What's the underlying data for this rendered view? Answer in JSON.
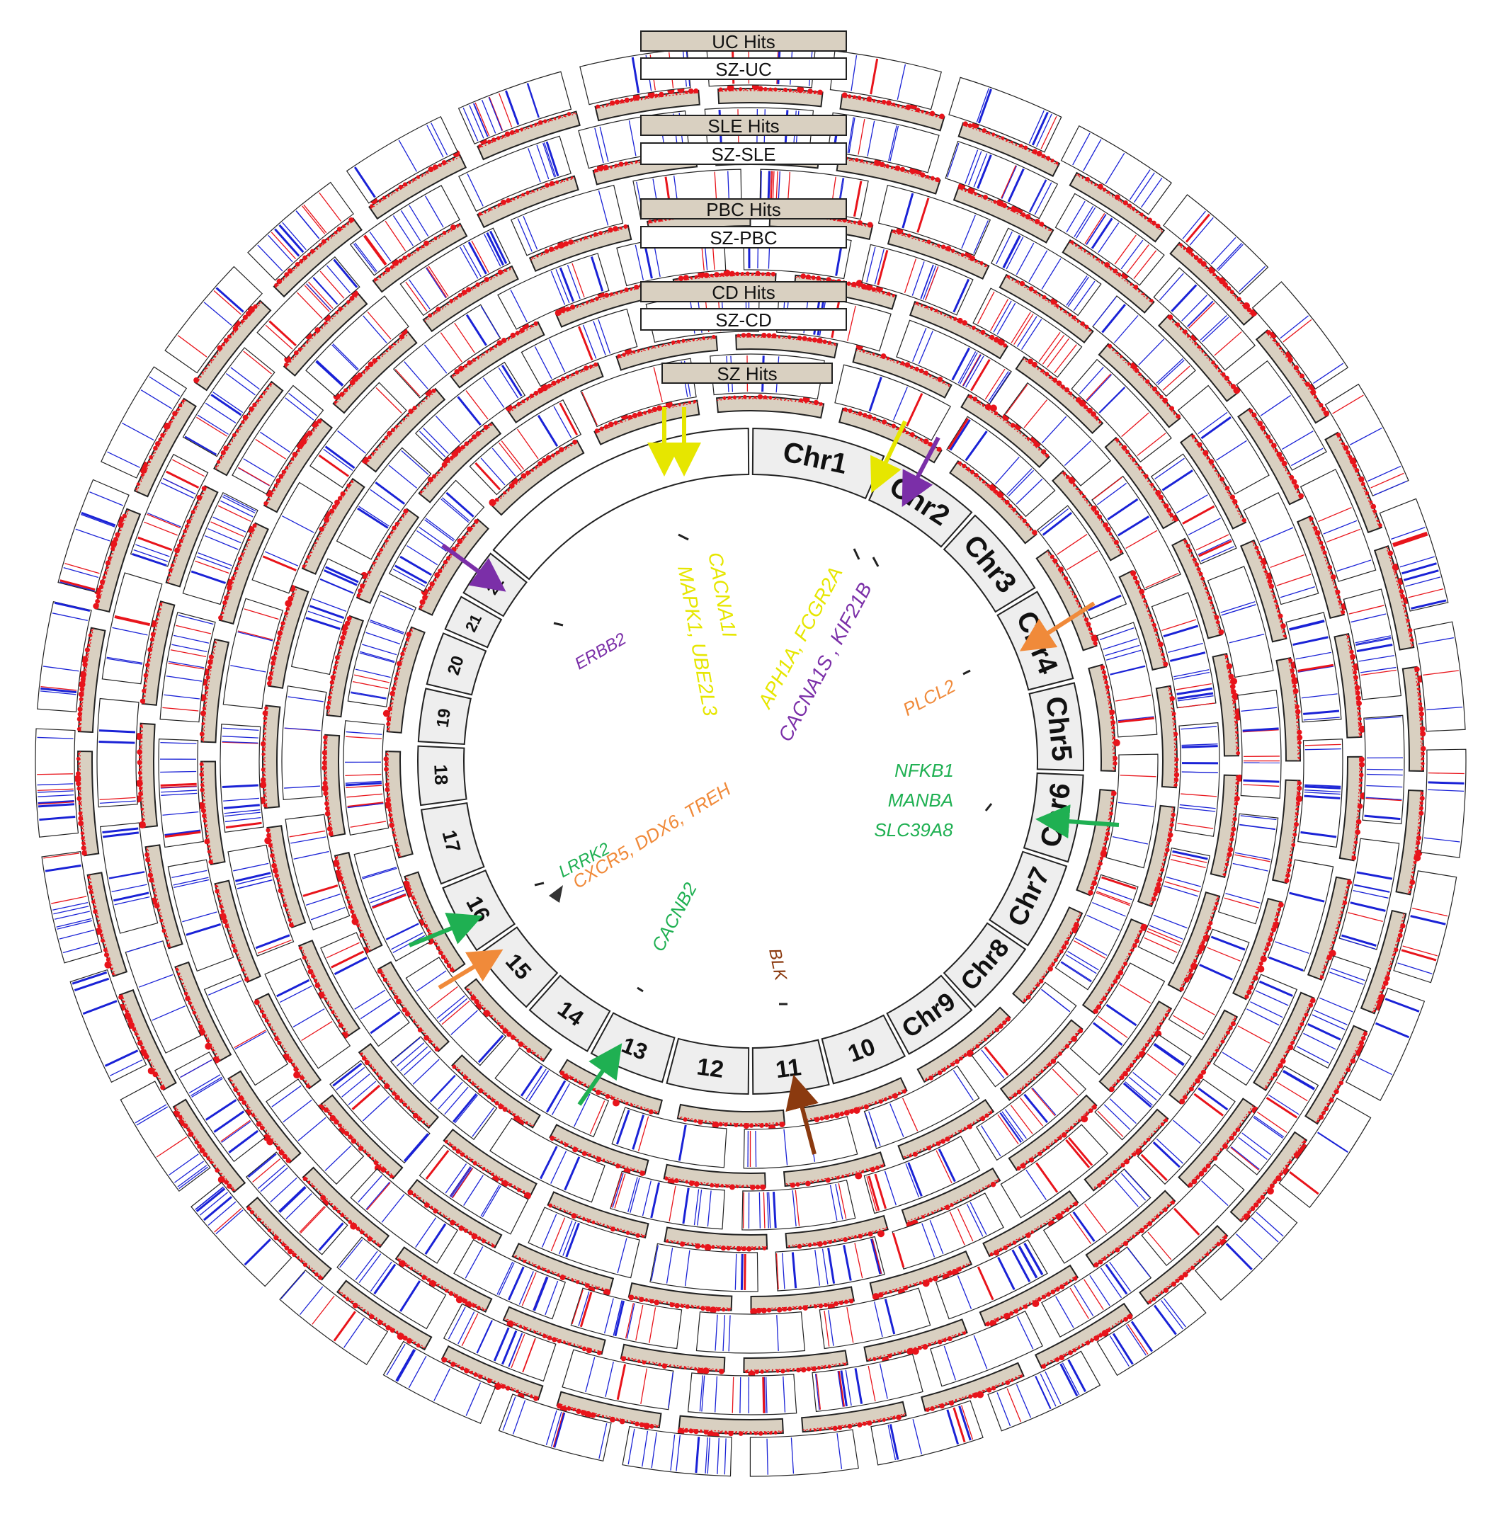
{
  "colors": {
    "background": "#ffffff",
    "hits_track": "#d9d0c1",
    "hits_signal": "#e8141b",
    "sz_track": "#ffffff",
    "sz_blue_line": "#1a22d6",
    "sz_red_line": "#e8141b",
    "ideogram": "#eeeeee",
    "outline": "#222222"
  },
  "ideogram": {
    "segments": [
      {
        "id": "chr1",
        "label": "Chr1"
      },
      {
        "id": "chr2",
        "label": "Chr2"
      },
      {
        "id": "chr3",
        "label": "Chr3"
      },
      {
        "id": "chr4",
        "label": "Chr4"
      },
      {
        "id": "chr5",
        "label": "Chr5"
      },
      {
        "id": "chr6",
        "label": "Chr6"
      },
      {
        "id": "chr7",
        "label": "Chr7"
      },
      {
        "id": "chr8",
        "label": "Chr8"
      },
      {
        "id": "chr9",
        "label": "Chr9"
      },
      {
        "id": "chr10",
        "label": "10"
      },
      {
        "id": "chr11",
        "label": "11"
      },
      {
        "id": "chr12",
        "label": "12"
      },
      {
        "id": "chr13",
        "label": "13"
      },
      {
        "id": "chr14",
        "label": "14"
      },
      {
        "id": "chr15",
        "label": "15"
      },
      {
        "id": "chr16",
        "label": "16"
      },
      {
        "id": "chr17",
        "label": "17"
      },
      {
        "id": "chr18",
        "label": "18"
      },
      {
        "id": "chr19",
        "label": "19"
      },
      {
        "id": "chr20",
        "label": "20"
      },
      {
        "id": "chr21",
        "label": "21"
      },
      {
        "id": "chr22",
        "label": "22"
      }
    ]
  },
  "tracks": [
    {
      "id": "sz-hits",
      "label": "SZ Hits",
      "kind": "hits"
    },
    {
      "id": "sz-cd",
      "label": "SZ-CD",
      "kind": "pair"
    },
    {
      "id": "cd-hits",
      "label": "CD Hits",
      "kind": "hits"
    },
    {
      "id": "sz-pbc",
      "label": "SZ-PBC",
      "kind": "pair"
    },
    {
      "id": "pbc-hits",
      "label": "PBC Hits",
      "kind": "hits"
    },
    {
      "id": "sz-sle",
      "label": "SZ-SLE",
      "kind": "pair"
    },
    {
      "id": "sle-hits",
      "label": "SLE Hits",
      "kind": "hits"
    },
    {
      "id": "sz-uc",
      "label": "SZ-UC",
      "kind": "pair"
    },
    {
      "id": "uc-hits",
      "label": "UC Hits",
      "kind": "hits"
    }
  ],
  "gene_annotations": [
    {
      "id": "cacna1i",
      "text": "CACNA1I",
      "color": "#e6e600"
    },
    {
      "id": "mapk1",
      "text": "MAPK1, UBE2L3",
      "color": "#e6e600"
    },
    {
      "id": "aph1a",
      "text": "APH1A, FCGR2A",
      "color": "#e6e600"
    },
    {
      "id": "cacna1s",
      "text": "CACNA1S , KIF21B",
      "color": "#7b2fa8"
    },
    {
      "id": "erbb2",
      "text": "ERBB2",
      "color": "#7b2fa8"
    },
    {
      "id": "plcl2",
      "text": "PLCL2",
      "color": "#f08a3a"
    },
    {
      "id": "nfkb1",
      "text": "NFKB1",
      "color": "#1fb052"
    },
    {
      "id": "manba",
      "text": "MANBA",
      "color": "#1fb052"
    },
    {
      "id": "slc39a8",
      "text": "SLC39A8",
      "color": "#1fb052"
    },
    {
      "id": "lrrk2",
      "text": "LRRK2",
      "color": "#1fb052"
    },
    {
      "id": "cxcr5",
      "text": "CXCR5, DDX6, TREH",
      "color": "#f08a3a"
    },
    {
      "id": "cacnb2",
      "text": "CACNB2",
      "color": "#1fb052"
    },
    {
      "id": "blk",
      "text": "BLK",
      "color": "#8b3a0f"
    }
  ],
  "arrows": [
    {
      "id": "arrow-22-a",
      "color": "#e6e600"
    },
    {
      "id": "arrow-22-b",
      "color": "#e6e600"
    },
    {
      "id": "arrow-chr1-yellow",
      "color": "#e6e600"
    },
    {
      "id": "arrow-chr1-purple",
      "color": "#7b2fa8"
    },
    {
      "id": "arrow-chr17",
      "color": "#7b2fa8"
    },
    {
      "id": "arrow-chr2",
      "color": "#f08a3a"
    },
    {
      "id": "arrow-chr4",
      "color": "#1fb052"
    },
    {
      "id": "arrow-chr12",
      "color": "#1fb052"
    },
    {
      "id": "arrow-chr11",
      "color": "#f08a3a"
    },
    {
      "id": "arrow-chr10",
      "color": "#1fb052"
    },
    {
      "id": "arrow-chr8",
      "color": "#8b3a0f"
    }
  ]
}
